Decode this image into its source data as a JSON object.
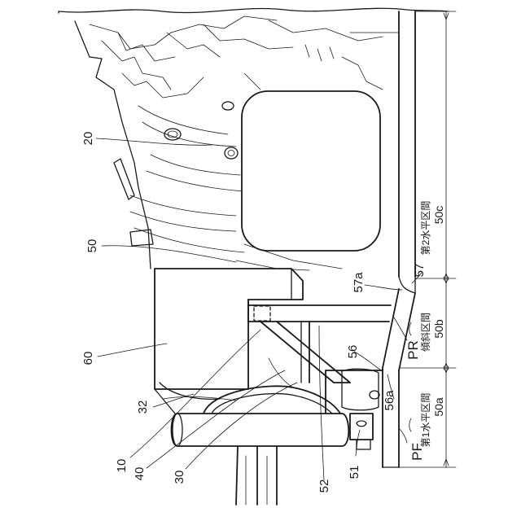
{
  "figure": {
    "labels": {
      "l20": "20",
      "l50": "50",
      "l60": "60",
      "l32": "32",
      "l10": "10",
      "l40": "40",
      "l30": "30",
      "l52": "52",
      "l51": "51",
      "l56": "56",
      "l56a": "56a",
      "l57": "57",
      "l57a": "57a",
      "lPR": "PR",
      "lPF": "PF",
      "l50a": "50a",
      "l50b": "50b",
      "l50c": "50c",
      "t50a": "第1水平区間",
      "t50b": "傾斜区間",
      "t50c": "第2水平区間"
    }
  }
}
